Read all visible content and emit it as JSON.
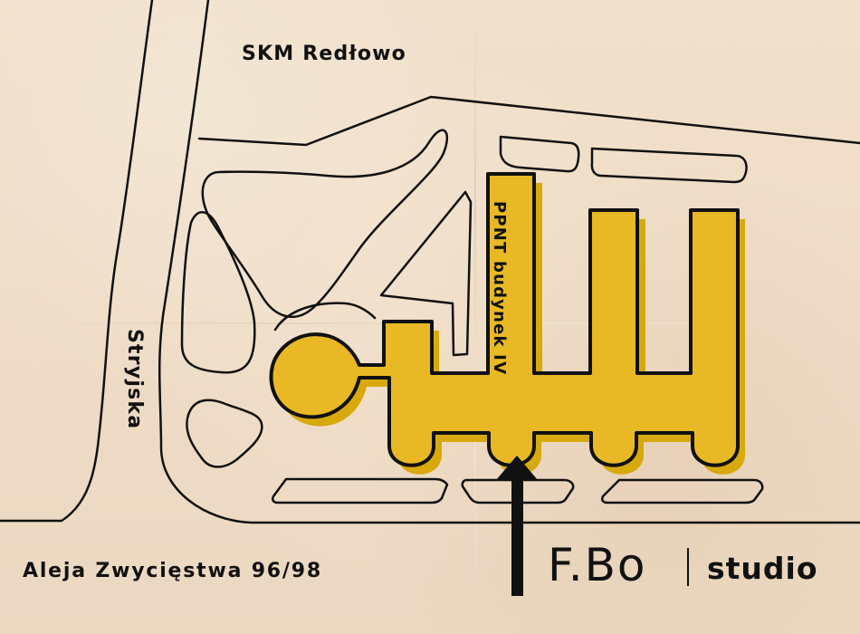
{
  "map": {
    "labels": {
      "station": "SKM Redłowo",
      "street_left": "Stryjska",
      "building": "PPNT budynek IV"
    },
    "colors": {
      "paper": "#efdcc5",
      "ink": "#111111",
      "building_fill": "#e8b925",
      "building_shadow": "#d9a910"
    }
  },
  "footer": {
    "address": "Aleja Zwycięstwa 96/98",
    "brand_primary": "F.Bo",
    "brand_secondary": "studio"
  }
}
